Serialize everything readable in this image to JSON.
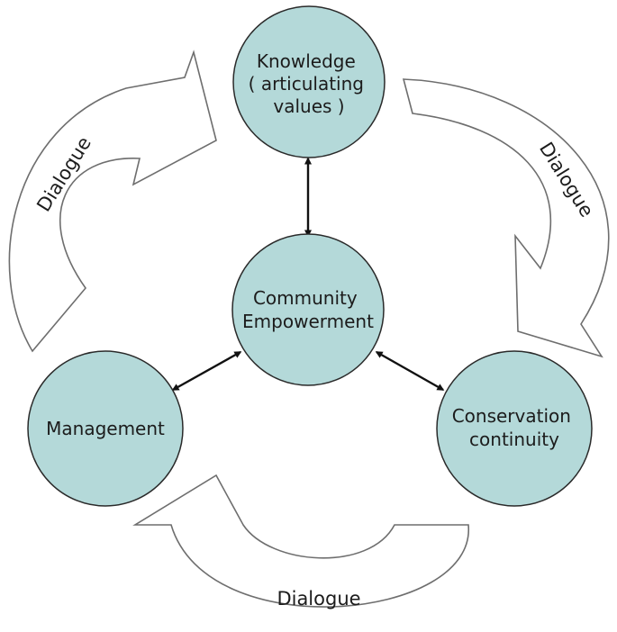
{
  "colors": {
    "node_fill": "#b4d9d9",
    "node_stroke": "#2a2a2a",
    "connector": "#111111",
    "cycle_arrow_stroke": "#6e6e6e",
    "cycle_arrow_fill": "#ffffff"
  },
  "nodes": {
    "knowledge": {
      "lines": [
        "Knowledge",
        "( articulating",
        "values )"
      ]
    },
    "center": {
      "lines": [
        "Community",
        "Empowerment"
      ]
    },
    "management": {
      "lines": [
        "Management"
      ]
    },
    "conservation": {
      "lines": [
        "Conservation",
        "continuity"
      ]
    }
  },
  "cycle_arrows": {
    "left": {
      "label": "Dialogue"
    },
    "right": {
      "label": "Dialogue"
    },
    "bottom": {
      "label": "Dialogue"
    }
  }
}
